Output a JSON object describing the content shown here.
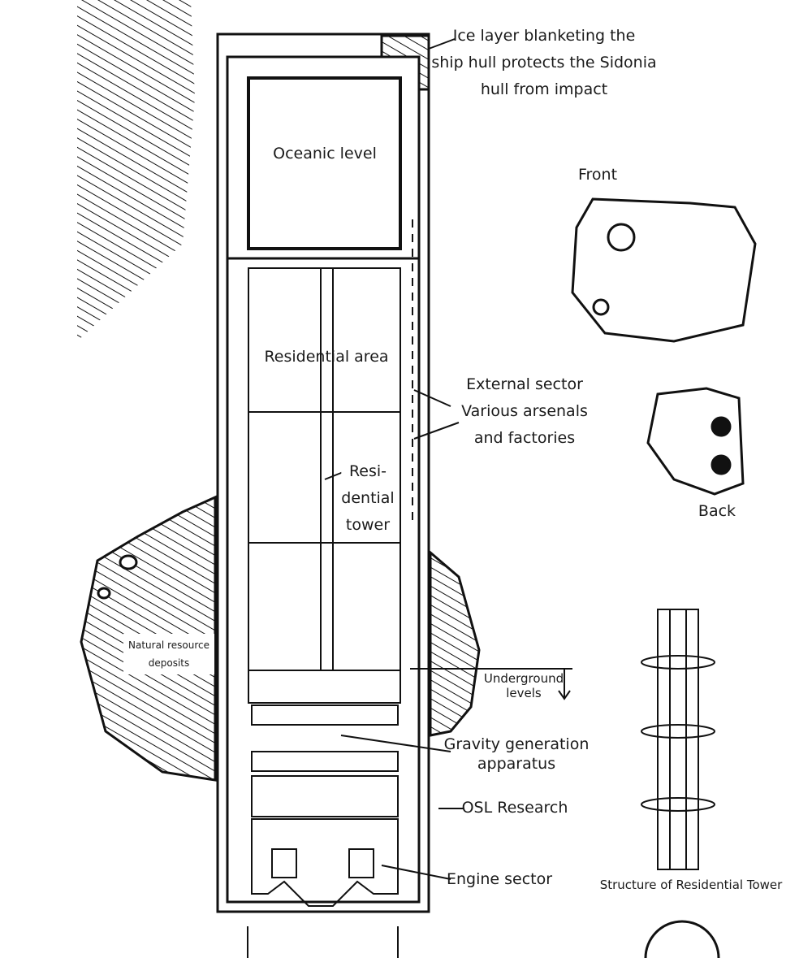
{
  "labels": {
    "ice_layer": [
      "Ice layer blanketing the",
      "ship hull protects the Sidonia",
      "hull from impact"
    ],
    "oceanic_level": "Oceanic level",
    "residential_area": "Residential area",
    "residential_tower": [
      "Resi-",
      "dential",
      "tower"
    ],
    "natural_resource": [
      "Natural resource",
      "deposits"
    ],
    "front": "Front",
    "back": "Back",
    "external_sector": [
      "External sector",
      "Various arsenals",
      "and factories"
    ],
    "underground": [
      "Underground",
      "levels"
    ],
    "gravity": [
      "Gravity generation",
      "apparatus"
    ],
    "osl": "OSL Research",
    "engine": "Engine sector",
    "tower_structure": "Structure of Residential Tower"
  }
}
